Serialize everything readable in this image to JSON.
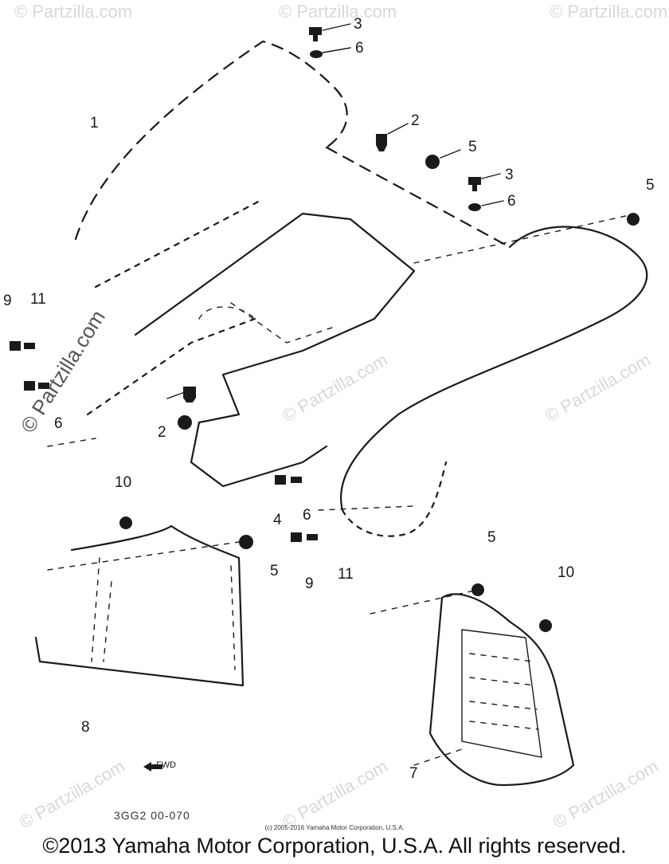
{
  "diagram": {
    "callouts": [
      {
        "id": "c1",
        "text": "1"
      },
      {
        "id": "c2a",
        "text": "2"
      },
      {
        "id": "c2b",
        "text": "2"
      },
      {
        "id": "c3a",
        "text": "3"
      },
      {
        "id": "c3b",
        "text": "3"
      },
      {
        "id": "c4",
        "text": "4"
      },
      {
        "id": "c5a",
        "text": "5"
      },
      {
        "id": "c5b",
        "text": "5"
      },
      {
        "id": "c5c",
        "text": "5"
      },
      {
        "id": "c5d",
        "text": "5"
      },
      {
        "id": "c6a",
        "text": "6"
      },
      {
        "id": "c6b",
        "text": "6"
      },
      {
        "id": "c6c",
        "text": "6"
      },
      {
        "id": "c6d",
        "text": "6"
      },
      {
        "id": "c7",
        "text": "7"
      },
      {
        "id": "c8",
        "text": "8"
      },
      {
        "id": "c9a",
        "text": "9"
      },
      {
        "id": "c9b",
        "text": "9"
      },
      {
        "id": "c10a",
        "text": "10"
      },
      {
        "id": "c10b",
        "text": "10"
      },
      {
        "id": "c11a",
        "text": "11"
      },
      {
        "id": "c11b",
        "text": "11"
      }
    ],
    "drawing_code": "3GG2 00-070",
    "fwd_label": "FWD"
  },
  "watermark": {
    "text": "© Partzilla.com"
  },
  "footer": {
    "small_copyright": "(c) 2005-2016 Yamaha Motor Corporation, U.S.A.",
    "copyright": "©2013 Yamaha Motor Corporation, U.S.A. All rights reserved."
  }
}
